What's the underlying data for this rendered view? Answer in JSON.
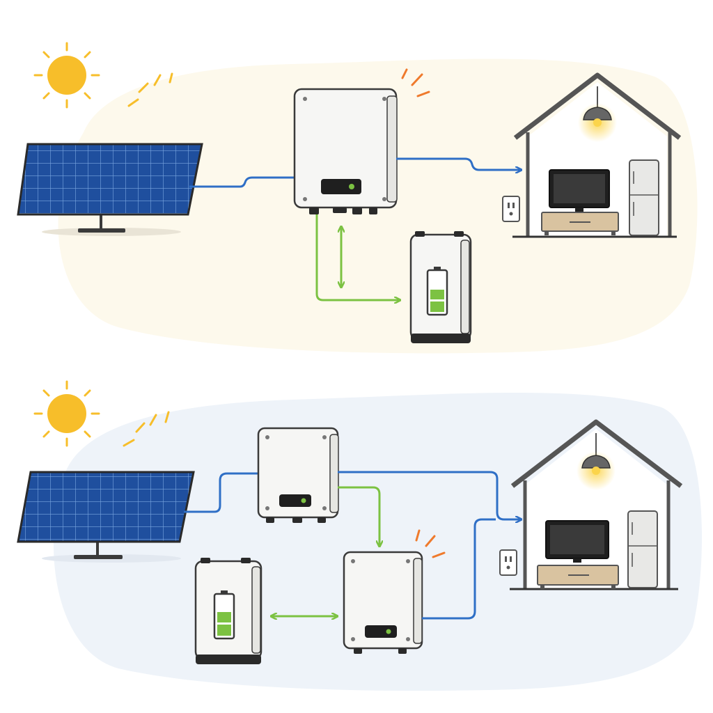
{
  "diagram": {
    "description_label": "",
    "colors": {
      "dc_line": "#2f6fc6",
      "battery_line": "#7cc242",
      "sun": "#f7be2a",
      "spark": "#ef7a2c",
      "panel_cell": "#1f4f9e",
      "panel_grid": "#7aa6e0",
      "top_background": "#fdf9ec",
      "bottom_background": "#eef3f9",
      "device_body": "#f6f6f4",
      "outline": "#3a3a3a",
      "house_roof": "#555555",
      "cabinet": "#d9c3a0",
      "battery_level": "#7cc242",
      "lamp_glow": "#fbd44b"
    },
    "scenarios": [
      {
        "id": "hybrid",
        "components": [
          "sun-icon",
          "solar-panel",
          "hybrid-inverter",
          "battery",
          "house"
        ],
        "connections": [
          {
            "from": "solar-panel",
            "to": "hybrid-inverter",
            "kind": "dc"
          },
          {
            "from": "hybrid-inverter",
            "to": "house",
            "kind": "ac"
          },
          {
            "from": "hybrid-inverter",
            "to": "battery",
            "kind": "battery",
            "bidirectional": true
          }
        ],
        "battery_level": 0.66
      },
      {
        "id": "ac-coupled",
        "components": [
          "sun-icon",
          "solar-panel",
          "pv-inverter",
          "battery-inverter",
          "battery",
          "house"
        ],
        "connections": [
          {
            "from": "solar-panel",
            "to": "pv-inverter",
            "kind": "dc"
          },
          {
            "from": "pv-inverter",
            "to": "house",
            "kind": "ac"
          },
          {
            "from": "pv-inverter",
            "to": "battery-inverter",
            "kind": "battery"
          },
          {
            "from": "battery",
            "to": "battery-inverter",
            "kind": "battery",
            "bidirectional": true
          },
          {
            "from": "battery-inverter",
            "to": "house",
            "kind": "ac"
          }
        ],
        "battery_level": 0.66
      }
    ]
  }
}
